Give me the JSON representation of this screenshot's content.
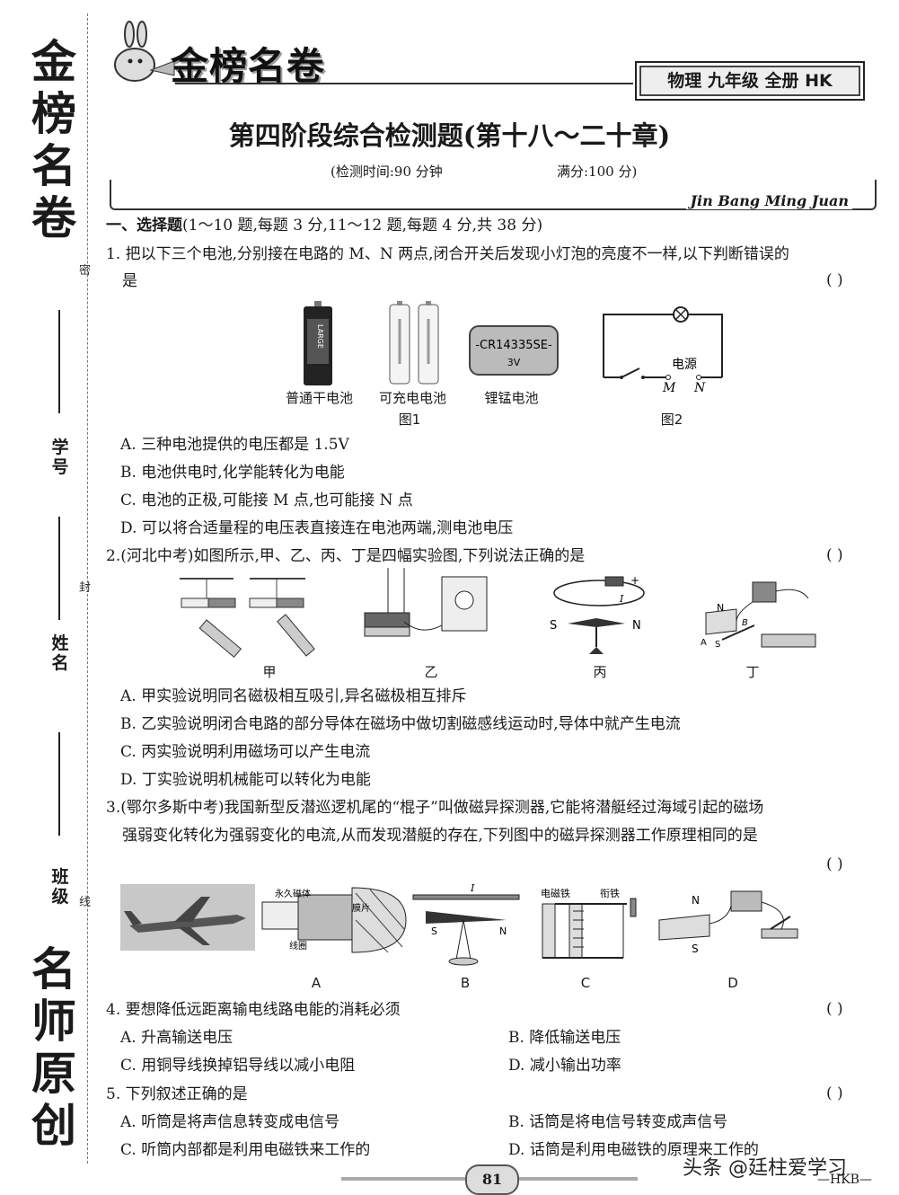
{
  "side": {
    "brand_top": "金榜名卷",
    "brand_bottom": "名师原创",
    "seals": [
      "密",
      "封",
      "线"
    ],
    "fields": [
      "学号",
      "姓名",
      "班级"
    ]
  },
  "header": {
    "logo_text": "金榜名卷",
    "subject": "物理  九年级  全册  HK",
    "title": "第四阶段综合检测题(第十八～二十章)",
    "time": "(检测时间:90 分钟",
    "score": "满分:100 分)",
    "slogan": "Jin Bang Ming Juan"
  },
  "section1": {
    "heading": "一、选择题",
    "note": "(1～10 题,每题 3 分,11～12 题,每题 4 分,共 38 分)"
  },
  "questions": {
    "q1": {
      "line1": "1. 把以下三个电池,分别接在电路的 M、N 两点,闭合开关后发现小灯泡的亮度不一样,以下判断错误的",
      "line2": "是",
      "paren": "(      )",
      "fig": {
        "battery_big_text": "LARGE",
        "battery1": "普通干电池",
        "battery2": "可充电电池",
        "battery3": "锂锰电池",
        "cr_label": "-CR14335SE-",
        "cr_volt": "3V",
        "fig1": "图1",
        "fig2": "图2",
        "source": "电源",
        "m": "M",
        "n": "N"
      },
      "A": "A. 三种电池提供的电压都是 1.5V",
      "B": "B. 电池供电时,化学能转化为电能",
      "C": "C. 电池的正极,可能接 M 点,也可能接 N 点",
      "D": "D. 可以将合适量程的电压表直接连在电池两端,测电池电压"
    },
    "q2": {
      "line1": "2.(河北中考)如图所示,甲、乙、丙、丁是四幅实验图,下列说法正确的是",
      "paren": "(      )",
      "labels": [
        "甲",
        "乙",
        "丙",
        "丁"
      ],
      "s": "S",
      "n": "N",
      "a": "A",
      "b": "B",
      "plus": "+",
      "minus": "-",
      "i": "I",
      "A": "A. 甲实验说明同名磁极相互吸引,异名磁极相互排斥",
      "B": "B. 乙实验说明闭合电路的部分导体在磁场中做切割磁感线运动时,导体中就产生电流",
      "C": "C. 丙实验说明利用磁场可以产生电流",
      "D": "D. 丁实验说明机械能可以转化为电能"
    },
    "q3": {
      "line1": "3.(鄂尔多斯中考)我国新型反潜巡逻机尾的“棍子”叫做磁异探测器,它能将潜艇经过海域引起的磁场",
      "line2": "强弱变化转化为强弱变化的电流,从而发现潜艇的存在,下列图中的磁异探测器工作原理相同的是",
      "paren": "(      )",
      "fig_a_magnet": "永久磁体",
      "fig_a_film": "膜片",
      "fig_a_coil": "线圈",
      "fig_c_em": "电磁铁",
      "fig_c_armature": "衔铁",
      "i": "I",
      "s": "S",
      "n": "N",
      "labels": [
        "A",
        "B",
        "C",
        "D"
      ]
    },
    "q4": {
      "line1": "4. 要想降低远距离输电线路电能的消耗必须",
      "paren": "(      )",
      "A": "A. 升高输送电压",
      "B": "B. 降低输送电压",
      "C": "C. 用铜导线换掉铝导线以减小电阻",
      "D": "D. 减小输出功率"
    },
    "q5": {
      "line1": "5. 下列叙述正确的是",
      "paren": "(      )",
      "A": "A. 听筒是将声信息转变成电信号",
      "B": "B. 话筒是将电信号转变成声信号",
      "C": "C. 听筒内部都是利用电磁铁来工作的",
      "D": "D. 话筒是利用电磁铁的原理来工作的"
    }
  },
  "footer": {
    "page": "81",
    "watermark": "头条 @廷柱爱学习",
    "code": "—HKB—"
  }
}
